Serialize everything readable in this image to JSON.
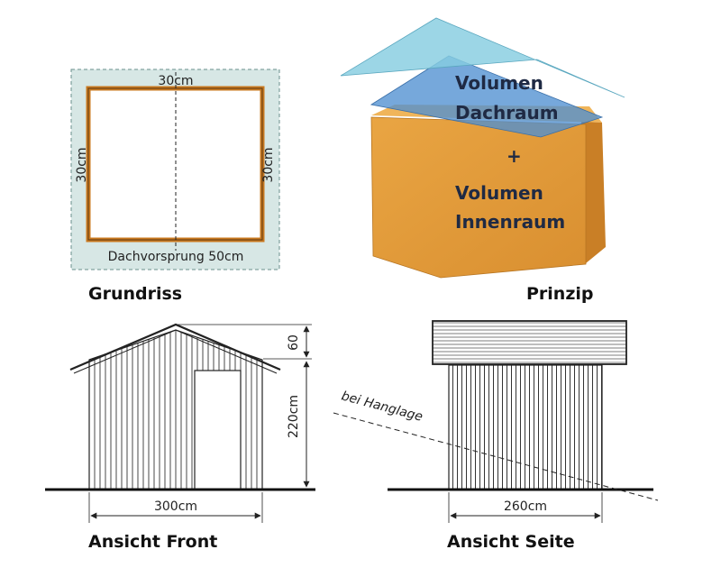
{
  "grundriss": {
    "width_label": "30cm",
    "left_label": "30cm",
    "right_label": "30cm",
    "overhang_label": "Dachvorsprung 50cm",
    "caption": "Grundriss"
  },
  "prinzip": {
    "roof_volume_line1": "Volumen",
    "roof_volume_line2": "Dachraum",
    "plus": "+",
    "interior_volume_line1": "Volumen",
    "interior_volume_line2": "Innenraum",
    "caption": "Prinzip"
  },
  "front": {
    "roof_height_label": "60",
    "wall_height_label": "220cm",
    "width_label": "300cm",
    "caption": "Ansicht Front"
  },
  "side": {
    "slope_label": "bei Hanglage",
    "width_label": "260cm",
    "caption": "Ansicht Seite"
  },
  "colors": {
    "wood": "#d98a2b",
    "overhang_fill": "#d7e7e5",
    "roof_blue": "#7cc7dd",
    "box_orange": "#e6a040"
  }
}
